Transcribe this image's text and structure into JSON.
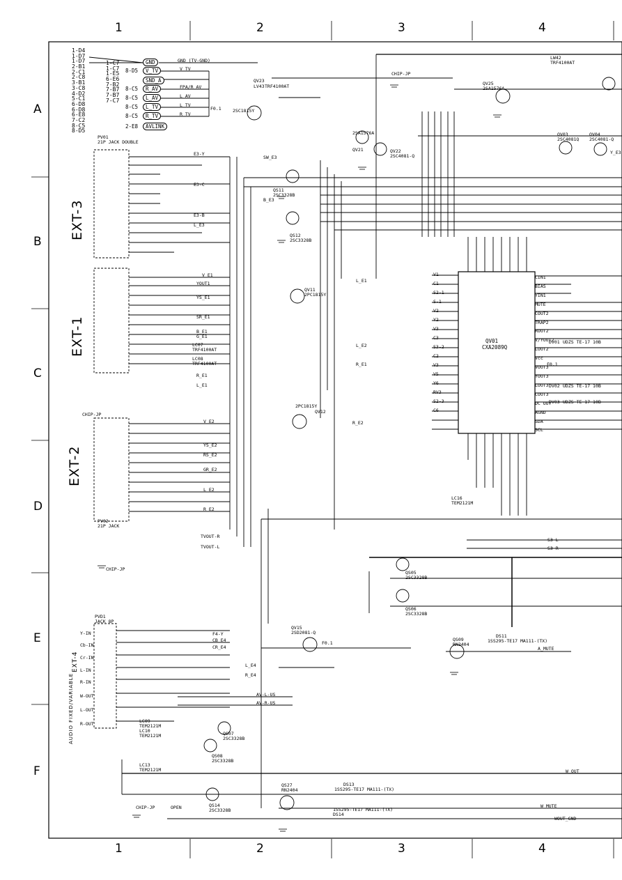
{
  "grid": {
    "columns": [
      "1",
      "2",
      "3",
      "4"
    ],
    "rows": [
      "A",
      "B",
      "C",
      "D",
      "E",
      "F"
    ]
  },
  "sections": {
    "ext3": "EXT-3",
    "ext1": "EXT-1",
    "ext2": "EXT-2",
    "ext4": "EXT-4",
    "audio_fixed": "AUDIO FIXED/VARIABLE"
  },
  "ref_list_left": [
    "1-D4",
    "1-D7",
    "1-D7",
    "2-B1",
    "2-C1",
    "2-C8",
    "3-B1",
    "3-C8",
    "4-D2",
    "5-C1",
    "6-D8",
    "6-D8",
    "6-E8",
    "7-C2",
    "8-C5",
    "8-D5"
  ],
  "ref_list_right": [
    "1-C7",
    "1-C7",
    "1-E5",
    "6-E6",
    "7-B2",
    "7-B7",
    "7-B7",
    "7-C7"
  ],
  "signal_refs": [
    {
      "ref": "8-D5",
      "signal": "V_TV"
    },
    {
      "ref": "8-C5",
      "signal": "R_AV"
    },
    {
      "ref": "8-C5",
      "signal": "L_AV"
    },
    {
      "ref": "8-C5",
      "signal": "L_TV"
    },
    {
      "ref": "8-C5",
      "signal": "R_TV"
    },
    {
      "ref": "2-E8",
      "signal": "AVLINK"
    }
  ],
  "top_connectors": [
    "GND",
    "SND_A"
  ],
  "top_connector_text": "GND (TV-GND)",
  "bus_labels": [
    "V_TV",
    "FPA/R_AV",
    "L_AV",
    "L_TV",
    "R_TV"
  ],
  "connectors": {
    "pv01": {
      "ref": "PV01",
      "desc": "21P JACK DOUBLE"
    },
    "pv02": {
      "ref": "PV02",
      "desc": "21P JACK"
    },
    "pvd1": {
      "ref": "PVD1",
      "desc": "JACK 8P"
    },
    "ext4_pins": [
      "Y-IN",
      "Cb-IN",
      "Cr-IN",
      "L-IN",
      "R-IN",
      "W-OUT",
      "L-OUT",
      "R-OUT"
    ]
  },
  "ic": {
    "ref": "QV01",
    "part": "CXA2089Q",
    "left_pins": [
      "L_E1",
      "L_E2",
      "R_E1",
      "R_E2",
      "V1",
      "C1",
      "S2-1",
      "S-1",
      "V2",
      "Y2",
      "V3",
      "C3",
      "S3-2",
      "C2",
      "V3",
      "V5",
      "Y6",
      "RV3",
      "S2-3",
      "C6"
    ],
    "right_pins": [
      "CIN1",
      "BIAS",
      "YIN1",
      "MUTE",
      "COUT2",
      "TRAP2",
      "ROUT2",
      "V/YOUT2",
      "LOUT2",
      "Vcc",
      "VOUT3",
      "YOUT3",
      "LOUT3",
      "COUT3",
      "DC OUT",
      "AGND",
      "SDA",
      "SCL"
    ]
  },
  "transistors": [
    {
      "ref": "QV23",
      "part": "2SC1815Y"
    },
    {
      "ref": "QV25",
      "part": "2SA1576A"
    },
    {
      "ref": "QV21",
      "part": "2SA1576A"
    },
    {
      "ref": "QV22",
      "part": "2SC4081-Q"
    },
    {
      "ref": "QV03",
      "part": "2SC4081Q"
    },
    {
      "ref": "QV04",
      "part": "2SC4081-Q"
    },
    {
      "ref": "QS11",
      "part": "2SC3328B"
    },
    {
      "ref": "QS12",
      "part": "2SC3328B"
    },
    {
      "ref": "QV11",
      "part": "2PC1815Y"
    },
    {
      "ref": "QV12",
      "part": "2PC1815Y"
    },
    {
      "ref": "QV15",
      "part": "2SD2081-Q"
    },
    {
      "ref": "QS05",
      "part": "2SC3328B"
    },
    {
      "ref": "QS06",
      "part": "2SC3328B"
    },
    {
      "ref": "QS07",
      "part": "2SC3328B"
    },
    {
      "ref": "QS08",
      "part": "2SC3328B"
    },
    {
      "ref": "QS09",
      "part": "RN2404"
    },
    {
      "ref": "QS27",
      "part": "RN2404"
    },
    {
      "ref": "QS14",
      "part": "2SC3328B"
    }
  ],
  "nets": [
    "E3-Y",
    "E3-C",
    "E3-B",
    "L_E3",
    "V_E1",
    "YOUT1",
    "YS_E1",
    "SR_E1",
    "B_E1",
    "R_E1",
    "G_E1",
    "L_E1",
    "V_E2",
    "YS_E2",
    "RS_E2",
    "GR_E2",
    "L_E2",
    "R_E2",
    "TVOUT-R",
    "TVOUT-L",
    "CB_E4",
    "CR_E4",
    "F4-Y",
    "L_E4",
    "R_E4",
    "AV-L-US",
    "AV-R-US",
    "W_OUT",
    "W_MUTE",
    "WOUT_GND",
    "S3-L",
    "S3-R",
    "A_MUTE",
    "SW_E3",
    "B_E3",
    "Y_E3"
  ],
  "inductors": [
    {
      "ref": "LV43",
      "part": "TRF4100AT"
    },
    {
      "ref": "LW42",
      "part": "TRF4100AT"
    },
    {
      "ref": "LC07",
      "part": "TRF4100AT"
    },
    {
      "ref": "LC08",
      "part": "TRF4100AT"
    },
    {
      "ref": "LC09",
      "part": "TEM2121M"
    },
    {
      "ref": "LC10",
      "part": "TEM2121M"
    },
    {
      "ref": "LC13",
      "part": "TEM2121M"
    },
    {
      "ref": "LC16",
      "part": "TEM2121M"
    }
  ],
  "diodes": [
    {
      "ref": "DS11",
      "part": "1SS295-TE17 MA111-(TX)"
    },
    {
      "ref": "DS13",
      "part": "1SS295-TE17 MA111-(TX)"
    },
    {
      "ref": "DS14",
      "part": "1SS295-TE17 MA111-(TX)"
    },
    {
      "ref": "DV01",
      "part": "UDZS TE-17 10B"
    },
    {
      "ref": "DV02",
      "part": "UDZS TE-17 10B"
    },
    {
      "ref": "DV03",
      "part": "UDZS TE-17 10B"
    }
  ],
  "misc_labels": {
    "chip_jp": "CHIP-JP",
    "open": "OPEN",
    "fuse": "F0.1"
  }
}
